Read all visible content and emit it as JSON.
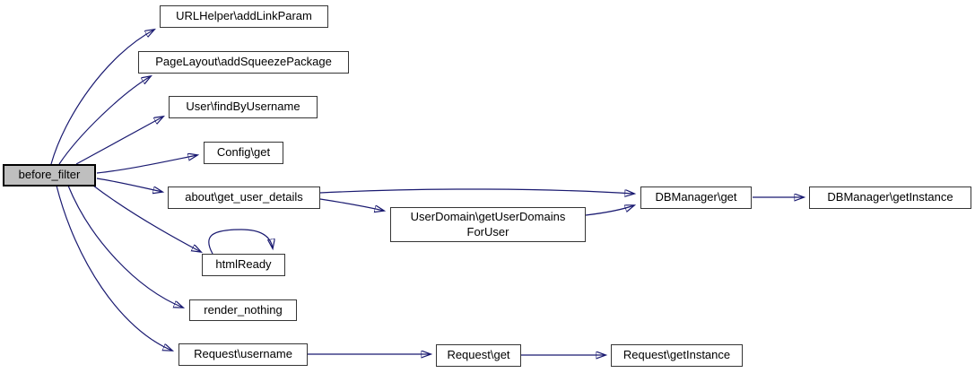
{
  "diagram": {
    "type": "doxygen-call-graph",
    "colors": {
      "edge": "#191970",
      "node_background": "#ffffff",
      "node_border": "#353535",
      "highlight_fill": "#bfbfbf",
      "highlight_border": "#000000"
    },
    "nodes": {
      "before_filter": {
        "label": "before_filter",
        "highlighted": true
      },
      "url_helper": {
        "label": "URLHelper\\addLinkParam"
      },
      "page_layout": {
        "label": "PageLayout\\addSqueezePackage"
      },
      "find_by_username": {
        "label": "User\\findByUsername"
      },
      "config_get": {
        "label": "Config\\get"
      },
      "get_user_details": {
        "label": "about\\get_user_details"
      },
      "html_ready": {
        "label": "htmlReady"
      },
      "render_nothing": {
        "label": "render_nothing"
      },
      "request_username": {
        "label": "Request\\username"
      },
      "user_domain": {
        "label": "UserDomain\\getUserDomains\nForUser"
      },
      "dbmanager_get": {
        "label": "DBManager\\get"
      },
      "dbmanager_getinstance": {
        "label": "DBManager\\getInstance"
      },
      "request_get": {
        "label": "Request\\get"
      },
      "request_getinstance": {
        "label": "Request\\getInstance"
      }
    },
    "edges": [
      {
        "from": "before_filter",
        "to": "URLHelper\\addLinkParam"
      },
      {
        "from": "before_filter",
        "to": "PageLayout\\addSqueezePackage"
      },
      {
        "from": "before_filter",
        "to": "User\\findByUsername"
      },
      {
        "from": "before_filter",
        "to": "Config\\get"
      },
      {
        "from": "before_filter",
        "to": "about\\get_user_details"
      },
      {
        "from": "before_filter",
        "to": "htmlReady"
      },
      {
        "from": "before_filter",
        "to": "render_nothing"
      },
      {
        "from": "before_filter",
        "to": "Request\\username"
      },
      {
        "from": "about\\get_user_details",
        "to": "DBManager\\get"
      },
      {
        "from": "about\\get_user_details",
        "to": "UserDomain\\getUserDomainsForUser"
      },
      {
        "from": "UserDomain\\getUserDomainsForUser",
        "to": "DBManager\\get"
      },
      {
        "from": "htmlReady",
        "to": "htmlReady"
      },
      {
        "from": "DBManager\\get",
        "to": "DBManager\\getInstance"
      },
      {
        "from": "Request\\username",
        "to": "Request\\get"
      },
      {
        "from": "Request\\get",
        "to": "Request\\getInstance"
      }
    ]
  }
}
